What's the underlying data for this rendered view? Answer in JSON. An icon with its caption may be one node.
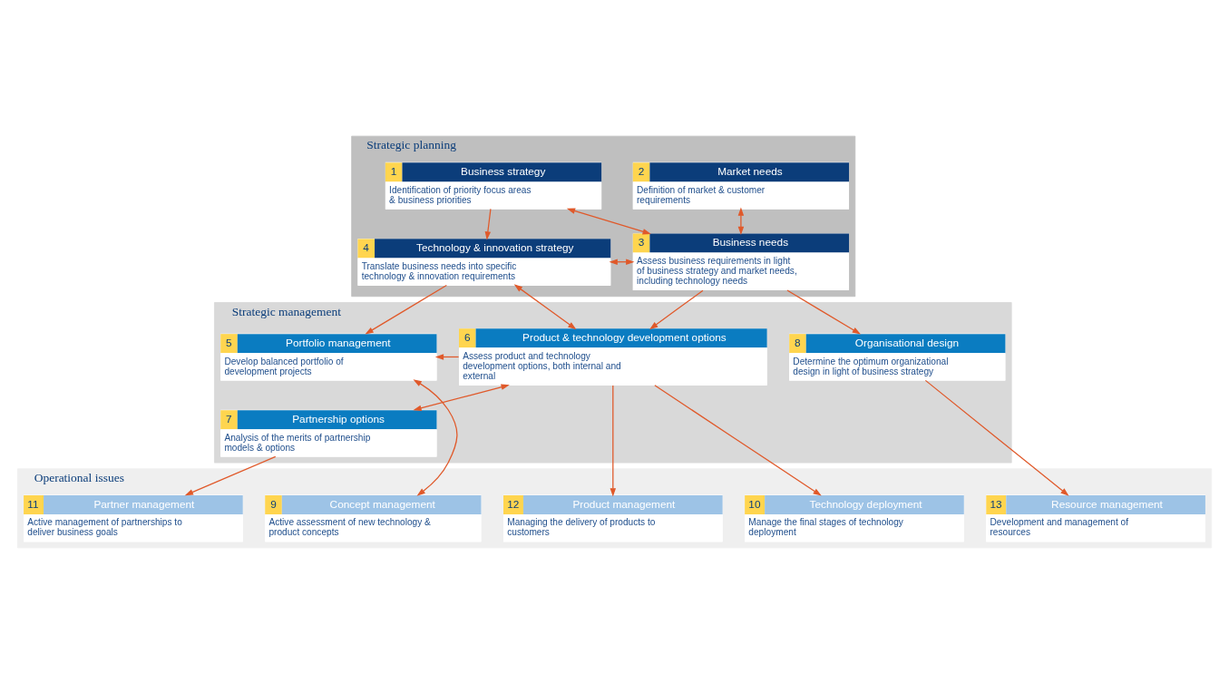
{
  "diagram": {
    "nodes": [
      {
        "text": [
          "Strategic planning"
        ]
      },
      {
        "text": [
          "1",
          "Business strategy",
          "Identification of priority focus areas & business priorities"
        ],
        "in": 0
      },
      {
        "text": [
          "2",
          "Market needs",
          "Definition of market & customer requirements"
        ],
        "in": 0
      },
      {
        "text": [
          "3",
          "Business needs",
          "Assess business requirements in light of business strategy and market needs, including technology needs"
        ],
        "in": 0
      },
      {
        "text": [
          "4",
          "Technology & innovation strategy",
          "Translate business needs into specific technology & innovation requirements"
        ],
        "in": 0
      },
      {
        "text": [
          "Strategic management"
        ]
      },
      {
        "text": [
          "5",
          "Portfolio management",
          "Develop balanced portfolio of development projects"
        ],
        "in": 5
      },
      {
        "text": [
          "6",
          "Product & technology development options",
          "Assess product and technology development options, both internal and external"
        ],
        "in": 5
      },
      {
        "text": [
          "7",
          "Partnership options",
          "Analysis of the merits of partnership models & options"
        ],
        "in": 5
      },
      {
        "text": [
          "8",
          "Organisational design",
          "Determine the optimum organizational design in light of business strategy"
        ],
        "in": 5
      },
      {
        "text": [
          "Operational issues"
        ]
      },
      {
        "text": [
          "9",
          "Concept management",
          "Active assessment of new technology & product concepts"
        ],
        "in": 10
      },
      {
        "text": [
          "10",
          "Technology deployment",
          "Manage the final stages of technology deployment"
        ],
        "in": 10
      },
      {
        "text": [
          "11",
          "Partner management",
          "Active management of partnerships to deliver business goals"
        ],
        "in": 10
      },
      {
        "text": [
          "12",
          "Product management",
          "Managing the delivery of products to customers"
        ],
        "in": 10
      },
      {
        "text": [
          "13",
          "Resource management",
          "Development and management of resources"
        ],
        "in": 10
      }
    ],
    "edges": [
      {
        "from": 1,
        "to": 4,
        "arrow": "to"
      },
      {
        "from": 1,
        "to": 3,
        "arrow": "both"
      },
      {
        "from": 2,
        "to": 3,
        "arrow": "both"
      },
      {
        "from": 4,
        "to": 3,
        "arrow": "both"
      },
      {
        "from": 4,
        "to": 6,
        "arrow": "to"
      },
      {
        "from": 4,
        "to": 7,
        "arrow": "both"
      },
      {
        "from": 3,
        "to": 7,
        "arrow": "to"
      },
      {
        "from": 3,
        "to": 9,
        "arrow": "to"
      },
      {
        "from": 7,
        "to": 6,
        "arrow": "to"
      },
      {
        "from": 7,
        "to": 8,
        "arrow": "both"
      },
      {
        "from": 6,
        "to": 11,
        "arrow": "both"
      },
      {
        "from": 7,
        "to": 12,
        "arrow": "to"
      },
      {
        "from": 8,
        "to": 13,
        "arrow": "to"
      },
      {
        "from": 7,
        "to": 14,
        "arrow": "to"
      },
      {
        "from": 9,
        "to": 15,
        "arrow": "to"
      }
    ]
  }
}
